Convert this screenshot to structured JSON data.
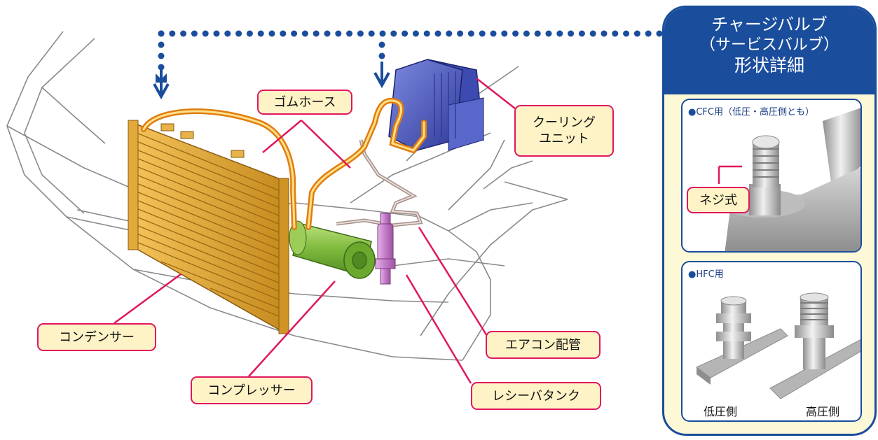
{
  "colors": {
    "accent_pink": "#e0175f",
    "panel_blue": "#1a4d9c",
    "callout_fill": "#fdf3c6",
    "hose_orange": "#f29a1e",
    "condenser_gold": "#d8a12e",
    "compressor_green": "#8cc63f",
    "receiver_purple": "#c27bc7",
    "cooling_unit_blue": "#4a58b8"
  },
  "icons": [
    "dotted-arrow-down-icon"
  ],
  "labels": {
    "rubber_hose": "ゴムホース",
    "cooling_unit": "クーリング\nユニット",
    "condenser": "コンデンサー",
    "compressor": "コンプレッサー",
    "ac_piping": "エアコン配管",
    "receiver_tank": "レシーバタンク"
  },
  "panel": {
    "title_line1": "チャージバルブ",
    "title_line2": "（サービスバルブ）",
    "title_line3": "形状詳細",
    "cfc": {
      "title": "CFC用（低圧・高圧側とも）",
      "screw_label": "ネジ式"
    },
    "hfc": {
      "title": "HFC用",
      "low_side": "低圧側",
      "high_side": "高圧側"
    }
  }
}
